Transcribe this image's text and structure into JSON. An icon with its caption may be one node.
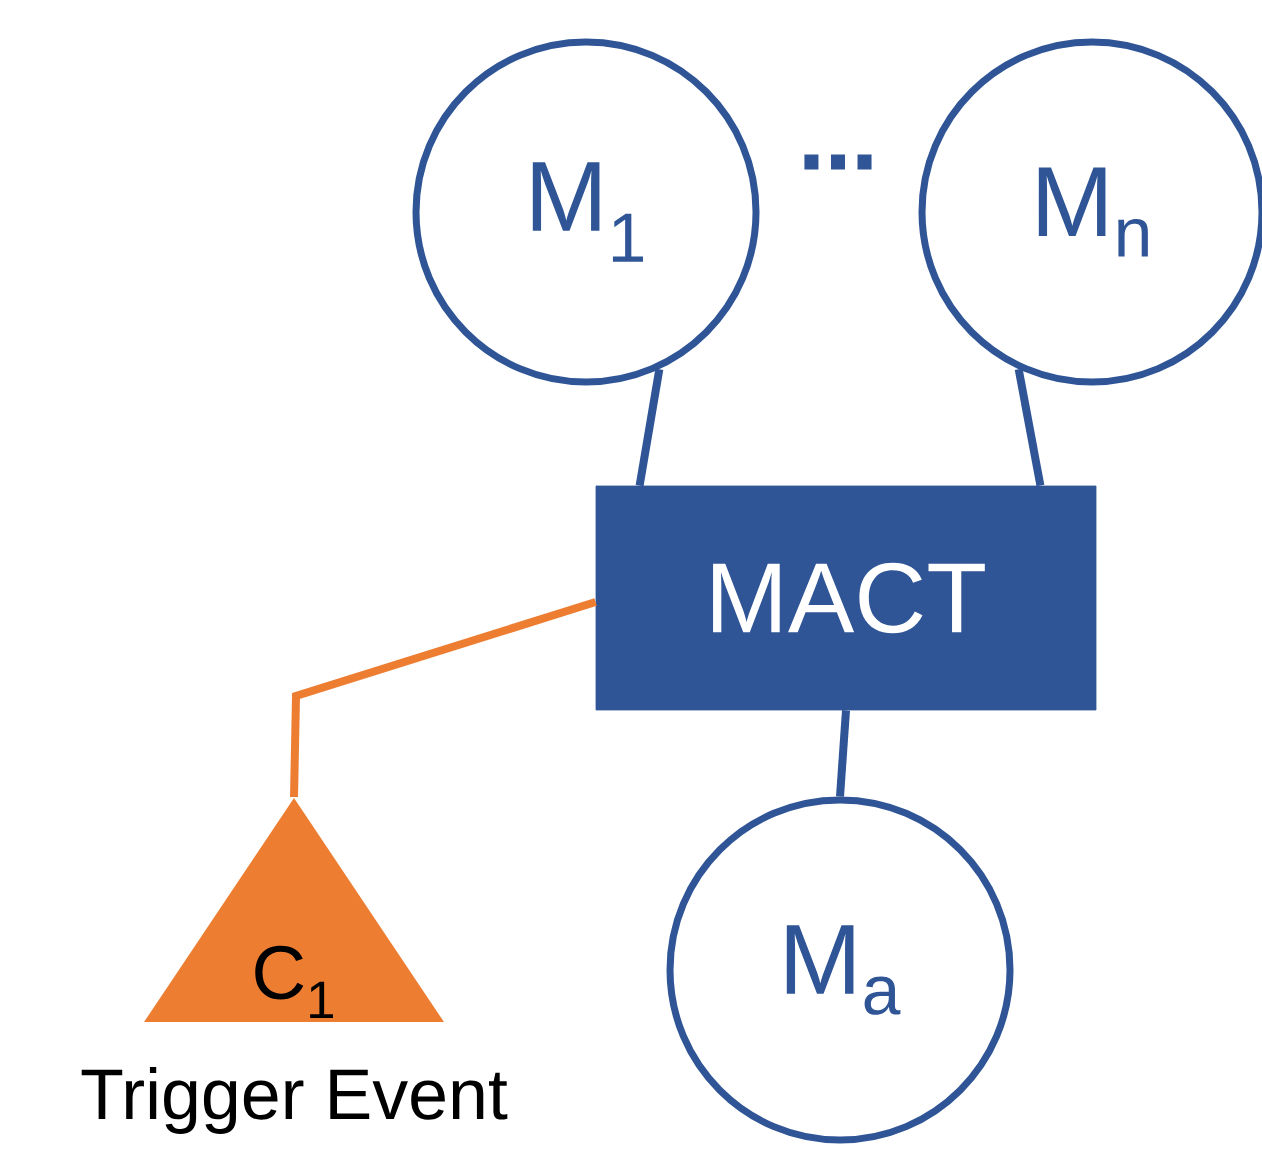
{
  "diagram": {
    "nodes": [
      {
        "text": [
          "M$_{1}$"
        ]
      },
      {
        "text": [
          "M$_{n}$"
        ]
      },
      {
        "text": [
          "MACT"
        ]
      },
      {
        "text": [
          "M$_{a}$"
        ]
      },
      {
        "text": [
          "C$_{1}$"
        ],
        "beside": [
          "Trigger Event"
        ]
      }
    ],
    "edges": [
      {
        "from": 0,
        "to": 2,
        "arrow": "none"
      },
      {
        "from": 1,
        "to": 2,
        "arrow": "none"
      },
      {
        "from": 2,
        "to": 3,
        "arrow": "none"
      },
      {
        "from": 2,
        "to": 4,
        "arrow": "none",
        "color": "#ed7d31"
      }
    ],
    "labels": [
      "⋯"
    ]
  }
}
